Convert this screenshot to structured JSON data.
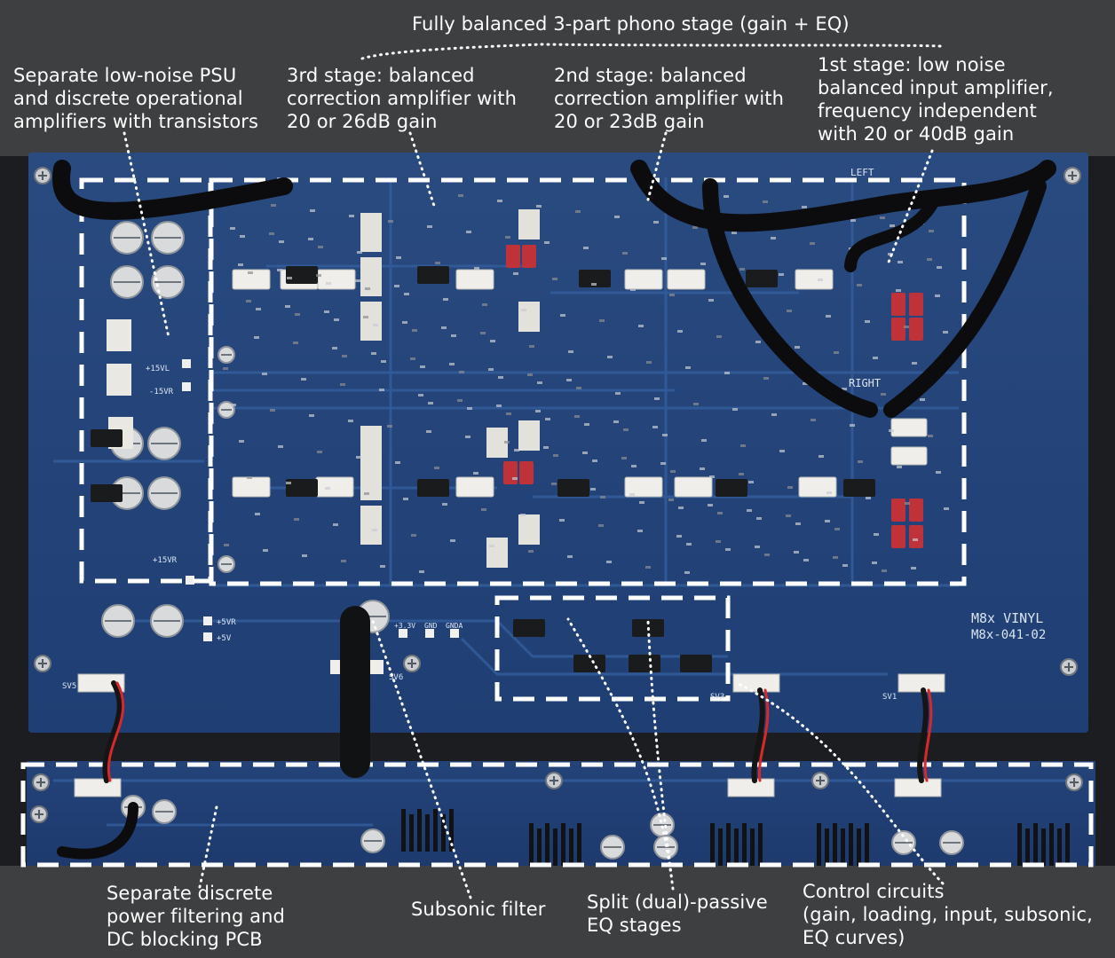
{
  "labels": {
    "top_title": "Fully balanced 3-part phono stage (gain + EQ)",
    "psu": "Separate low-noise PSU\nand discrete operational\namplifiers with transistors",
    "stage3": "3rd stage: balanced\ncorrection amplifier with\n20 or 26dB gain",
    "stage2": "2nd stage: balanced\ncorrection amplifier with\n20 or 23dB gain",
    "stage1": "1st stage: low noise\nbalanced input amplifier,\nfrequency independent\nwith 20 or 40dB gain",
    "power_filter": "Separate discrete\npower filtering and\nDC blocking PCB",
    "subsonic": "Subsonic filter",
    "split_eq": "Split (dual)-passive\nEQ stages",
    "control": "Control circuits\n(gain, loading, input, subsonic,\nEQ curves)"
  },
  "board": {
    "model_name": "M8x VINYL",
    "model_code": "M8x-041-02",
    "channel_left": "LEFT",
    "channel_right": "RIGHT",
    "rail_labels": [
      "+15VL",
      "-15VR",
      "+15VR",
      "+5VR",
      "+5V",
      "+3.3V",
      "GND",
      "GNDA"
    ],
    "connectors": [
      "SV5",
      "SV6",
      "SV3",
      "SV1"
    ]
  },
  "colors": {
    "band": "#3d3f40",
    "pcb": "#24447a",
    "trace": "#35609f",
    "silkscreen": "#dbe4f2",
    "dash_box": "#ffffff",
    "relay_red": "#c0323a",
    "label_text": "#ffffff"
  }
}
